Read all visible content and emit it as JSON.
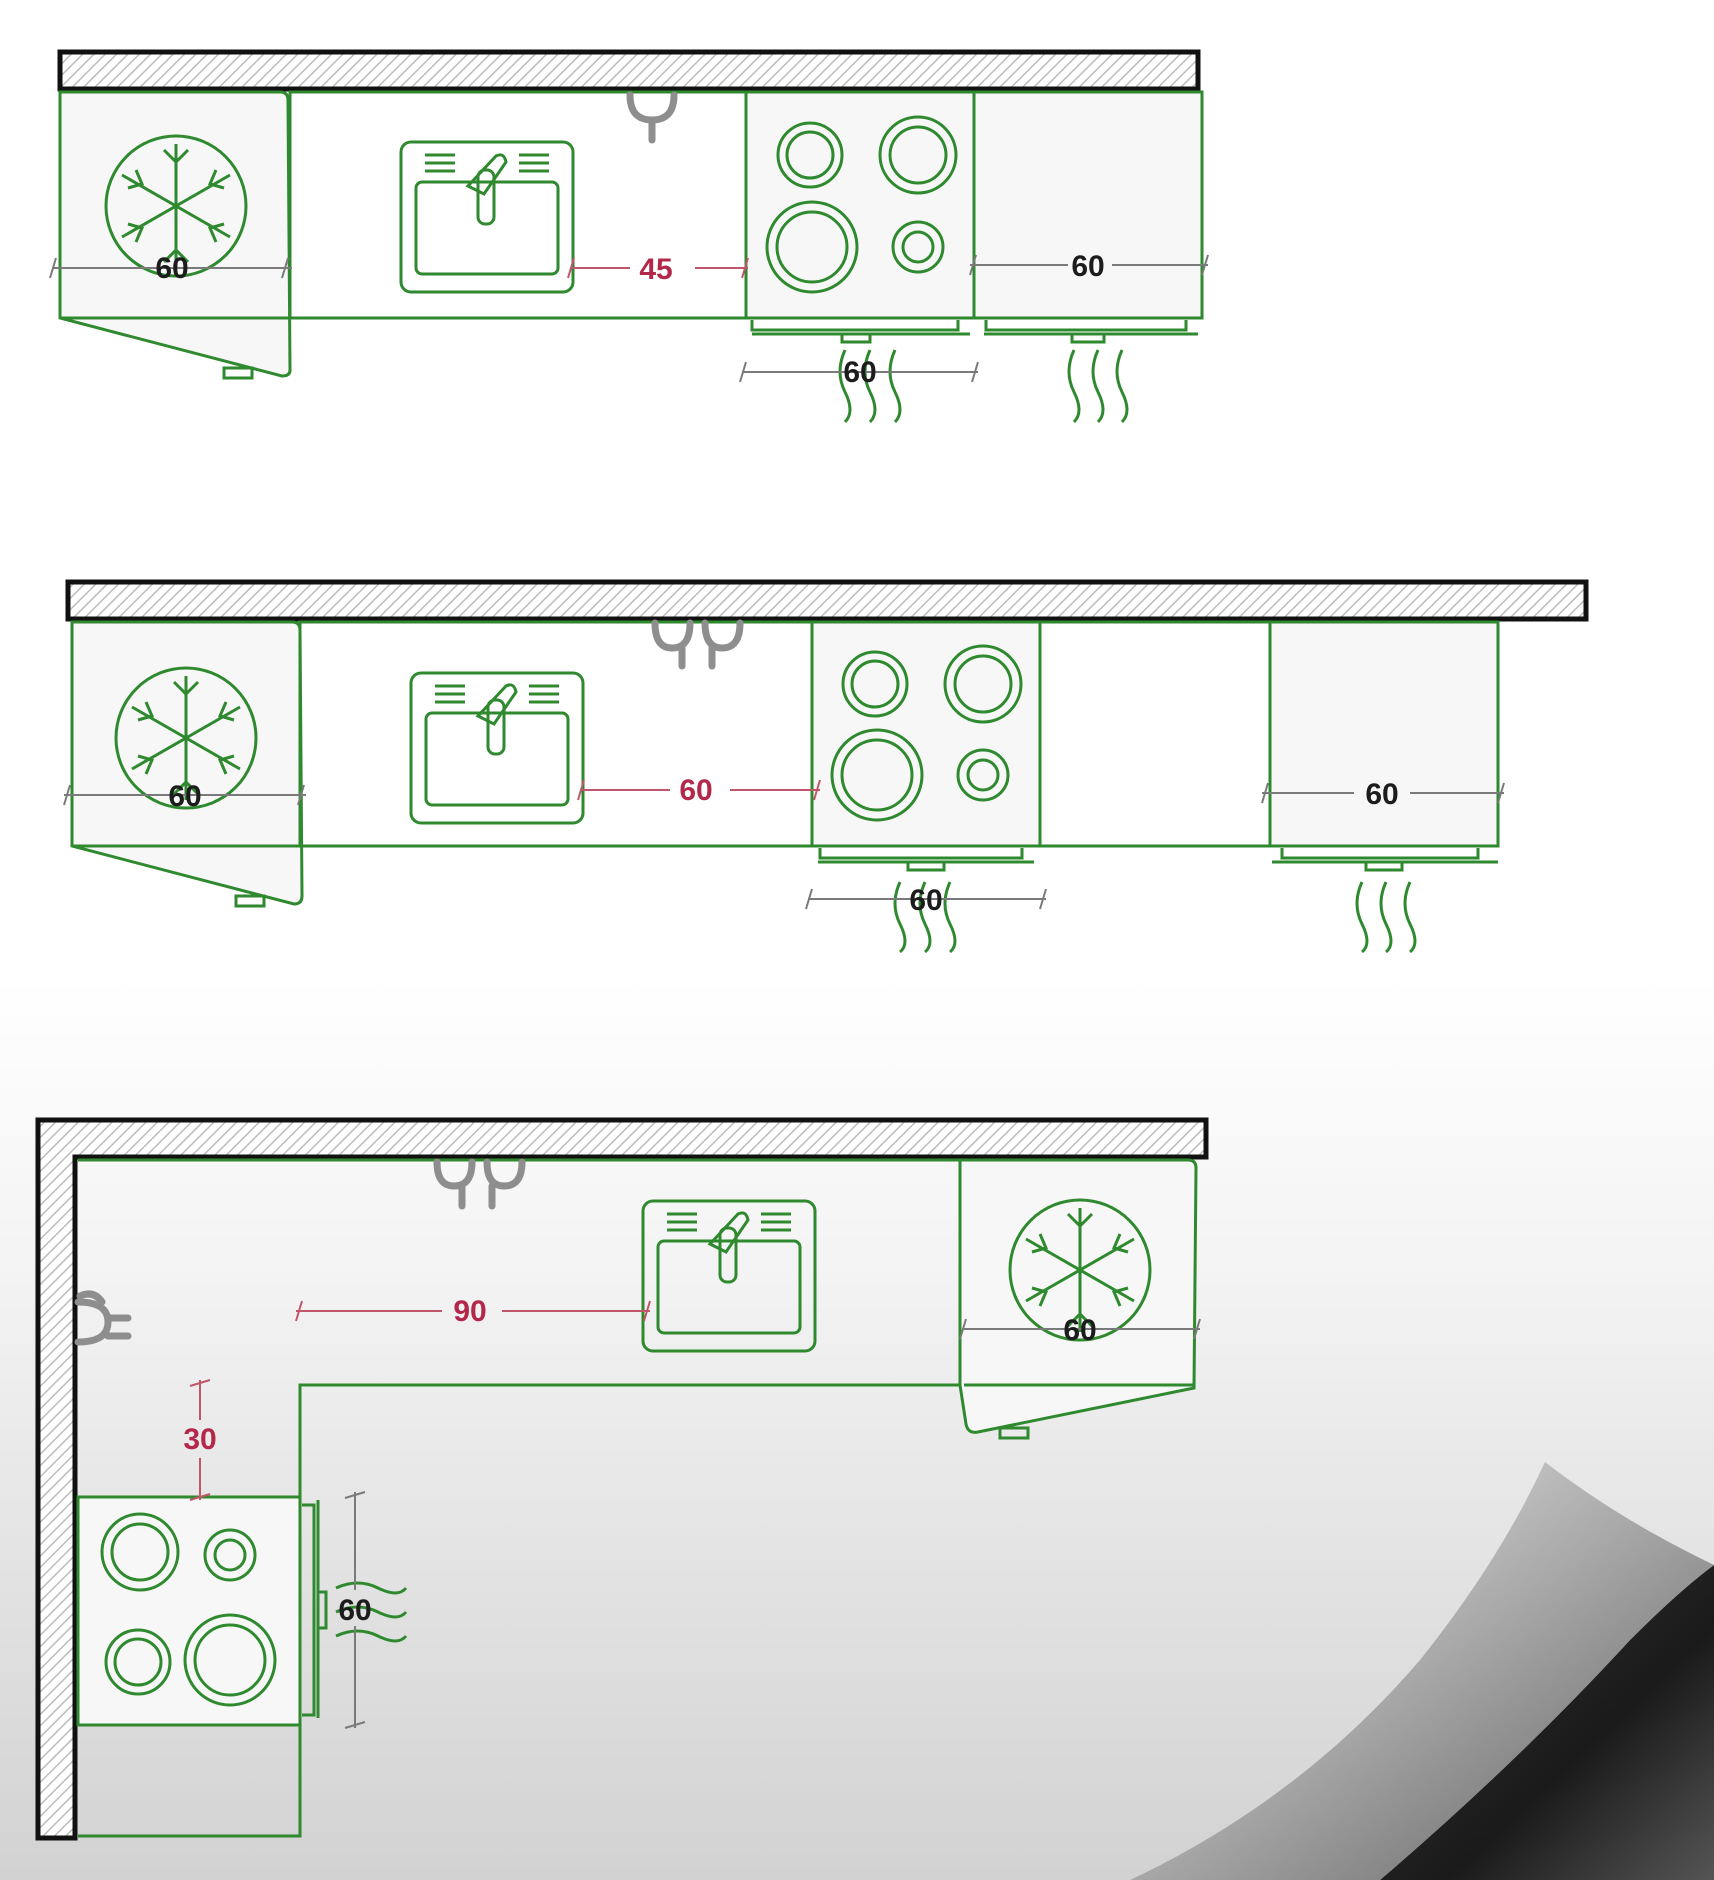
{
  "colors": {
    "outline_green": "#2f8a2f",
    "dimension_red": "#b3284a",
    "dimension_black": "#1c1c1c",
    "wall_hatch": "#bcbcbc"
  },
  "icons": [
    "fridge-snowflake-icon",
    "sink-icon",
    "faucet-icon",
    "cooktop-burners-icon",
    "heat-waves-icon",
    "water-pipe-icon"
  ],
  "layout1": {
    "fridge_width": "60",
    "sink_to_cooktop_gap": "45",
    "cooktop_width": "60",
    "end_cabinet_width": "60"
  },
  "layout2": {
    "fridge_width": "60",
    "sink_to_cooktop_gap": "60",
    "cooktop_width": "60",
    "end_cabinet_width": "60"
  },
  "layout3": {
    "corner_to_sink_gap": "90",
    "fridge_width": "60",
    "cooktop_setback": "30",
    "cooktop_width": "60"
  }
}
